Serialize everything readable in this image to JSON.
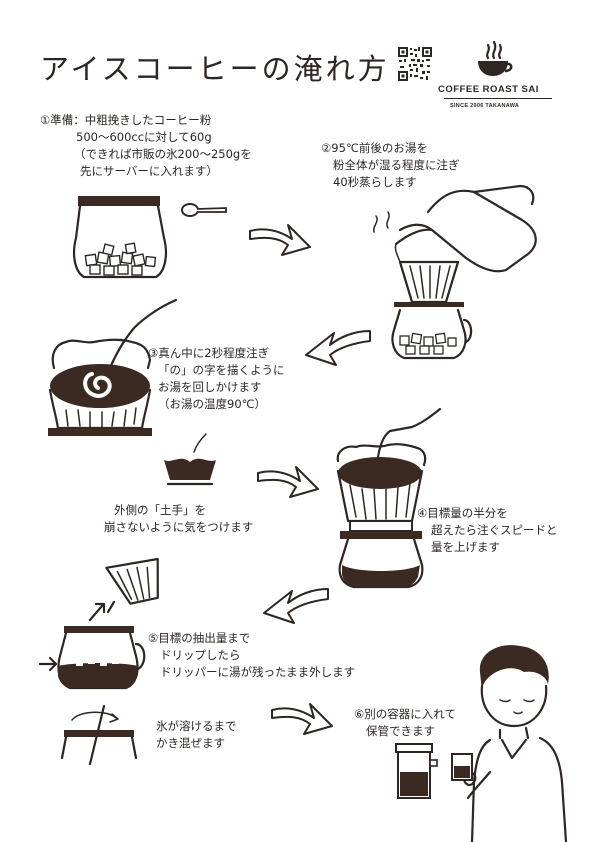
{
  "title": "アイスコーヒーの淹れ方",
  "brand": {
    "name": "COFFEE ROAST SAI",
    "tagline": "SINCE 2006 TAKANAWA",
    "logo_icon": "steaming-cup-icon",
    "qr_icon": "qr-code-icon"
  },
  "steps": [
    {
      "lines": [
        "①準備：中粗挽きしたコーヒー粉",
        "500〜600ccに対して60g",
        "（できれば市販の氷200〜250gを",
        "先にサーバーに入れます）"
      ]
    },
    {
      "lines": [
        "②95℃前後のお湯を",
        "粉全体が湿る程度に注ぎ",
        "40秒蒸らします"
      ]
    },
    {
      "lines": [
        "③真ん中に2秒程度注ぎ",
        "「の」の字を描くように",
        "お湯を回しかけます",
        "（お湯の温度90℃）"
      ]
    },
    {
      "lines": [
        "外側の「土手」を",
        "崩さないように気をつけます"
      ]
    },
    {
      "lines": [
        "④目標量の半分を",
        "超えたら注ぐスピードと",
        "量を上げます"
      ]
    },
    {
      "lines": [
        "⑤目標の抽出量まで",
        "ドリップしたら",
        "ドリッパーに湯が残ったまま外します"
      ]
    },
    {
      "lines": [
        "氷が溶けるまで",
        "かき混ぜます"
      ]
    },
    {
      "lines": [
        "⑥別の容器に入れて",
        "保管できます"
      ]
    }
  ],
  "colors": {
    "ink": "#2e2623",
    "coffee": "#3b2a22",
    "paper": "#ffffff"
  }
}
